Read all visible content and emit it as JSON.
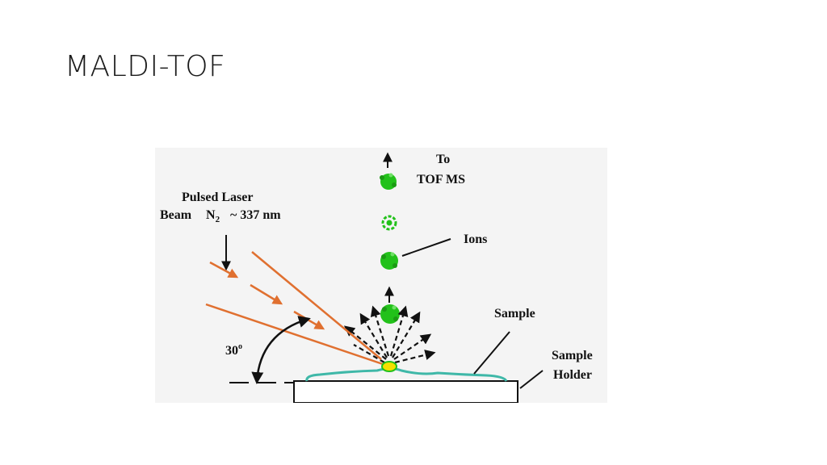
{
  "slide": {
    "title": "MALDI-TOF"
  },
  "diagram": {
    "labels": {
      "to": "To",
      "tof_ms": "TOF MS",
      "pulsed_laser": "Pulsed Laser",
      "beam": "Beam",
      "n2_base": "N",
      "n2_sub": "2",
      "wavelength": "~ 337 nm",
      "ions": "Ions",
      "sample": "Sample",
      "sample_holder_line1": "Sample",
      "sample_holder_line2": "Holder",
      "angle_value": "30",
      "angle_unit": "o"
    },
    "colors": {
      "laser": "#e07030",
      "ion": "#22c11a",
      "sample_layer": "#3fb8a8",
      "spot": "#f5e000",
      "ink": "#111111",
      "panel_bg": "#f4f4f4"
    }
  }
}
